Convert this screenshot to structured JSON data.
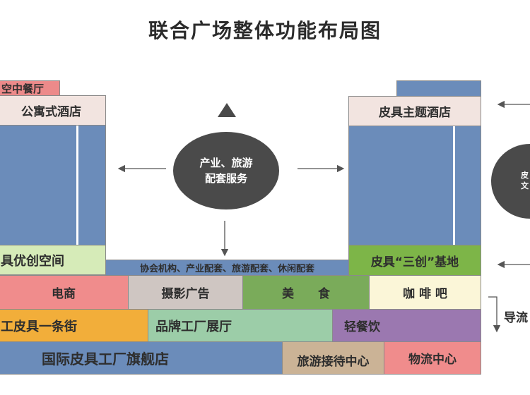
{
  "title": "联合广场整体功能布局图",
  "left_tower": {
    "sky_restaurant": "空中餐厅",
    "apartment_hotel": "公寓式酒店",
    "maker_space": "具优创空间"
  },
  "center": {
    "circle_line1": "产业、旅游",
    "circle_line2": "配套服务",
    "support_bar": "协会机构、产业配套、旅游配套、休闲配套"
  },
  "right_tower": {
    "theme_hotel": "皮具主题酒店",
    "base": "皮具“三创”基地"
  },
  "rows": {
    "row1": [
      "电商",
      "摄影广告",
      "美　　食",
      "咖 啡 吧"
    ],
    "row2": [
      "工皮具一条街",
      "品牌工厂展厅",
      "轻餐饮"
    ],
    "row3": [
      "国际皮具工厂旗舰店",
      "旅游接待中心",
      "物流中心"
    ]
  },
  "right_side": {
    "circle_line1": "皮",
    "circle_line2": "文",
    "guide_flow": "导流"
  },
  "colors": {
    "blue": "#6b8cba",
    "red": "#f08c8c",
    "green": "#7db548",
    "orange": "#f2ae3a",
    "purple": "#9b78b0"
  }
}
